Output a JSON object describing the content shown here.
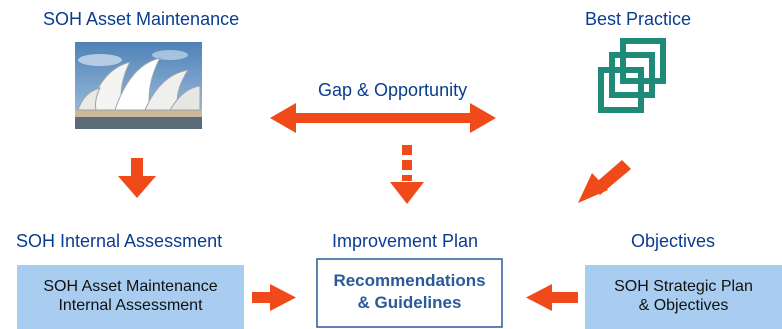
{
  "headings": {
    "asset_maintenance": "SOH Asset Maintenance",
    "best_practice": "Best Practice",
    "gap_opportunity": "Gap & Opportunity",
    "internal_assessment": "SOH Internal Assessment",
    "improvement_plan": "Improvement Plan",
    "objectives": "Objectives"
  },
  "boxes": {
    "left": {
      "line1": "SOH Asset Maintenance",
      "line2": "Internal Assessment"
    },
    "center": {
      "line1": "Recommendations",
      "line2": "& Guidelines"
    },
    "right": {
      "line1": "SOH Strategic Plan",
      "line2": "& Objectives"
    }
  },
  "colors": {
    "heading_text": "#0a3d8f",
    "arrow": "#f04a1a",
    "side_box_fill": "#a9cdf1",
    "center_box_border": "#2a5a9a",
    "best_practice_icon": "#1f8a78"
  },
  "icons": {
    "photo": "opera-house-photo",
    "best_practice": "overlapping-squares-icon"
  }
}
